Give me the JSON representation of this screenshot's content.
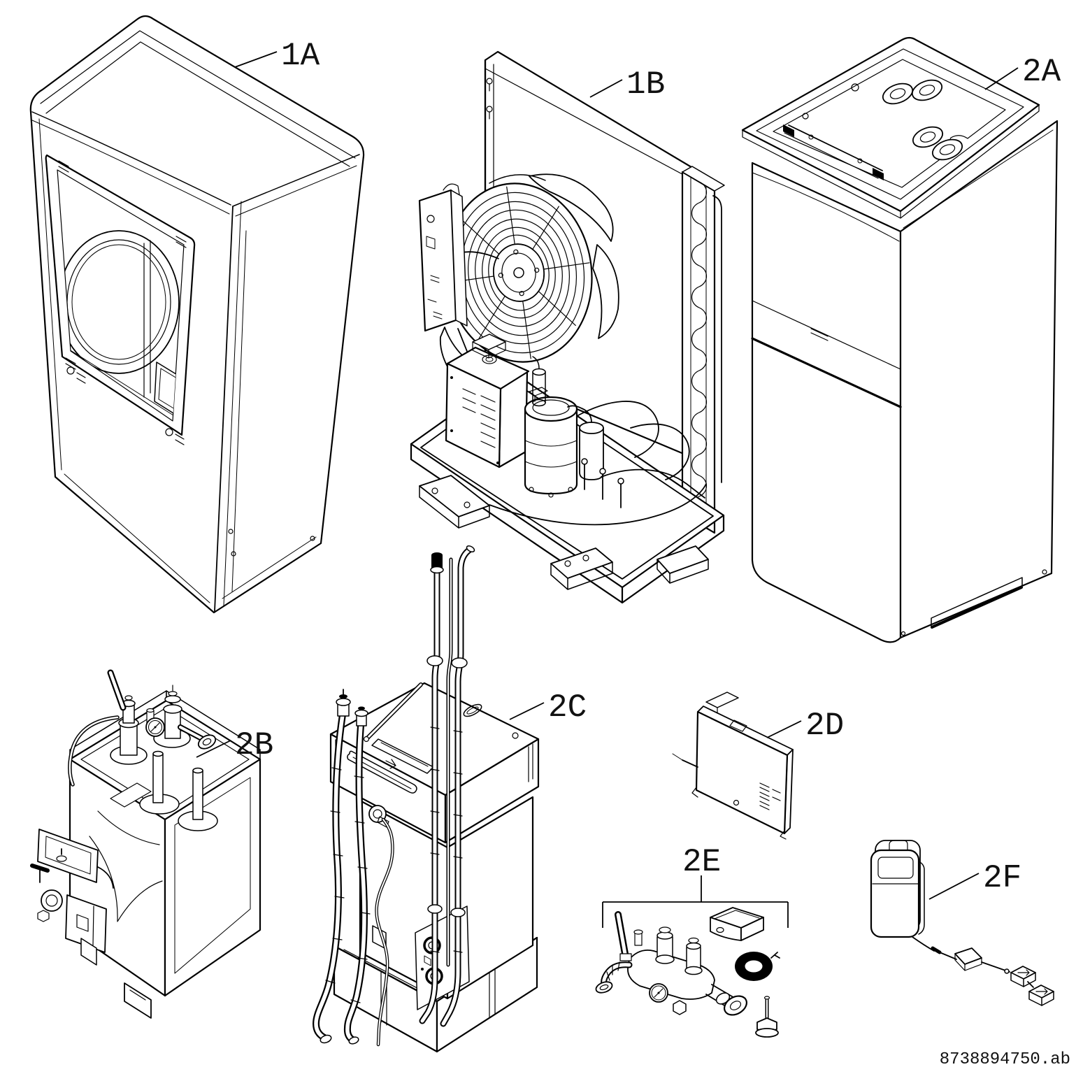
{
  "document": {
    "type": "exploded-parts-diagram",
    "reference": "8738894750.ab",
    "background_color": "#ffffff",
    "line_color": "#000000"
  },
  "diagram": {
    "part_labels": [
      {
        "id": "1A",
        "text": "1A"
      },
      {
        "id": "1B",
        "text": "1B"
      },
      {
        "id": "2A",
        "text": "2A"
      },
      {
        "id": "2B",
        "text": "2B"
      },
      {
        "id": "2C",
        "text": "2C"
      },
      {
        "id": "2D",
        "text": "2D"
      },
      {
        "id": "2E",
        "text": "2E"
      },
      {
        "id": "2F",
        "text": "2F"
      }
    ]
  }
}
